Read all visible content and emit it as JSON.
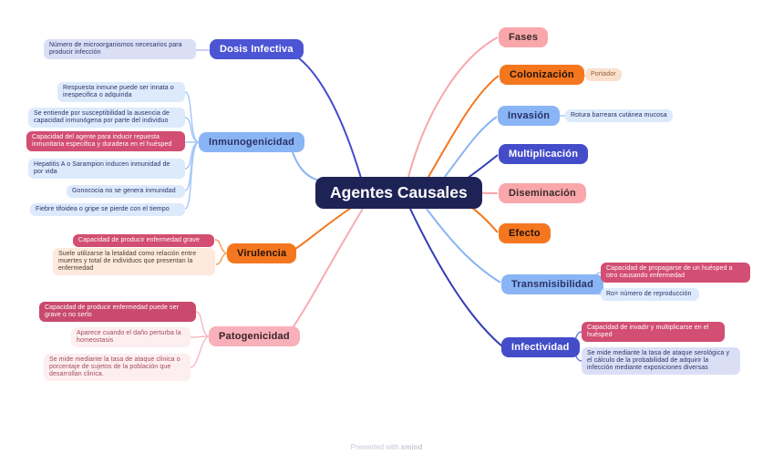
{
  "app": "xmind mind map",
  "root": {
    "label": "Agentes Causales"
  },
  "left": [
    {
      "label": "Dosis Infectiva",
      "children": [
        "Número de microorganismos necesarios para producir infección"
      ]
    },
    {
      "label": "Inmunogenicidad",
      "children": [
        "Respuesta inmune puede ser innata o inespecifica o adquirida",
        "Se entiende por susceptibilidad la ausencia de capacidad inmunógena por parte del individuo",
        "Capacidad del agente para inducir repuesta inmunitaria especifica y duradera en el huésped",
        "Hepatitis A o Sarampion inducen inmunidad de por vida",
        "Gonococia no se genera inmunidad",
        "Fiebre tifoidea o gripe se pierde con el tiempo"
      ]
    },
    {
      "label": "Virulencia",
      "children": [
        "Capacidad de producir enfermedad grave",
        "Suele utilizarse la letalidad como relación entre muertes y total de individuos que presentan la enfermedad"
      ]
    },
    {
      "label": "Patogenicidad",
      "children": [
        "Capacidad de producir enfermedad puede ser grave o no serlo",
        "Aparece cuando el daño perturba la homeostasis",
        "Se mide mediante la tasa de ataque clinica o porcentaje de sujetos de la población que desarrollan clinica."
      ]
    }
  ],
  "right": [
    {
      "label": "Fases",
      "children": []
    },
    {
      "label": "Colonización",
      "children": [
        "Portador"
      ]
    },
    {
      "label": "Invasión",
      "children": [
        "Rotura barreara cutánea mucosa"
      ]
    },
    {
      "label": "Multiplicación",
      "children": []
    },
    {
      "label": "Diseminación",
      "children": []
    },
    {
      "label": "Efecto",
      "children": []
    },
    {
      "label": "Transmisibilidad",
      "children": [
        "Capacidad de propagarse de un huésped a otro causando enfermedad",
        "Ro= número de reproducción"
      ]
    },
    {
      "label": "Infectividad",
      "children": [
        "Capacidad de invadir y multiplicarse en el huésped",
        "Se mide mediante la tasa de ataque serológica y el cálculo de la probabilidad de adquirir la infección mediante exposiciones diversas"
      ]
    }
  ],
  "watermark": {
    "prefix": "Presented with ",
    "brand": "xmind"
  },
  "colors": {
    "root_bg": "#1e2356",
    "blue_violet": "#4c55d4",
    "indigo": "#444dc9",
    "light_blue": "#8ab5f4",
    "pale_blue": "#ddeafc",
    "lavender": "#dbdff6",
    "crimson": "#d24e72",
    "dark_crimson": "#c94a6e",
    "orange": "#f4771f",
    "salmon": "#f9a7ab",
    "light_pink": "#f8b0ba",
    "pale_pink": "#fdeef0",
    "pale_peach": "#fdeadd",
    "peach": "#fbe0cc"
  }
}
